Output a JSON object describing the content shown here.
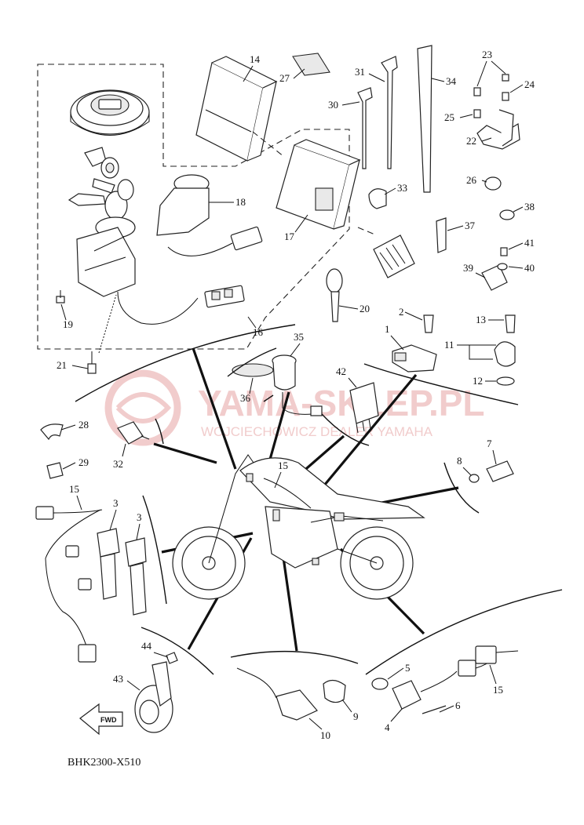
{
  "diagram_code": "BHK2300-X510",
  "watermark": {
    "title": "YAMA-SKLEP.PL",
    "subtitle": "WOJCIECHOWICZ DEALER YAMAHA"
  },
  "fwd_label": "FWD",
  "callouts": {
    "c1": "1",
    "c2": "2",
    "c3a": "3",
    "c3b": "3",
    "c4": "4",
    "c5": "5",
    "c6": "6",
    "c7": "7",
    "c8": "8",
    "c9": "9",
    "c10": "10",
    "c11": "11",
    "c12": "12",
    "c13": "13",
    "c14": "14",
    "c15a": "15",
    "c15b": "15",
    "c15c": "15",
    "c16": "16",
    "c17": "17",
    "c18": "18",
    "c19": "19",
    "c20": "20",
    "c21": "21",
    "c22": "22",
    "c23": "23",
    "c24": "24",
    "c25": "25",
    "c26": "26",
    "c27": "27",
    "c28": "28",
    "c29": "29",
    "c30": "30",
    "c31": "31",
    "c32": "32",
    "c33": "33",
    "c34": "34",
    "c35": "35",
    "c36": "36",
    "c37": "37",
    "c38": "38",
    "c39": "39",
    "c40": "40",
    "c41": "41",
    "c42": "42",
    "c43": "43",
    "c44": "44"
  },
  "colors": {
    "ink": "#111111",
    "watermark": "#f1cccc",
    "fill": "#e9e9e9"
  }
}
